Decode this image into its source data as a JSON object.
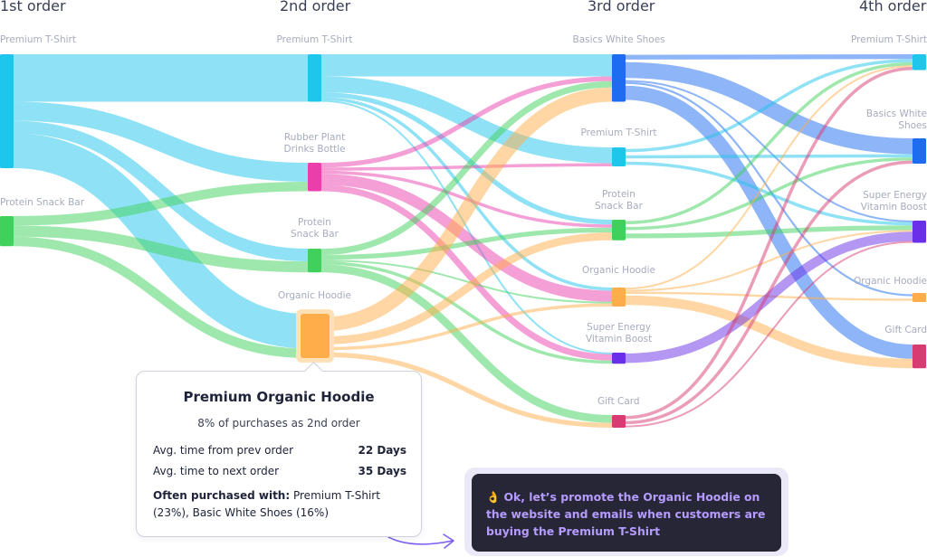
{
  "columns": [
    {
      "key": "c1",
      "title": "1st order"
    },
    {
      "key": "c2",
      "title": "2nd order"
    },
    {
      "key": "c3",
      "title": "3rd order"
    },
    {
      "key": "c4",
      "title": "4th order"
    }
  ],
  "nodes": {
    "c1": [
      {
        "id": "c1_tshirt",
        "label": "Premium T-Shirt",
        "color": "#1fc6ec"
      },
      {
        "id": "c1_snack",
        "label": "Protein Snack Bar",
        "color": "#3fd15c"
      }
    ],
    "c2": [
      {
        "id": "c2_tshirt",
        "label": "Premium T-Shirt",
        "color": "#1fc6ec"
      },
      {
        "id": "c2_bottle",
        "label": "Rubber Plant\nDrinks Bottle",
        "color": "#ea3fab"
      },
      {
        "id": "c2_snack",
        "label": "Protein\nSnack Bar",
        "color": "#3fd15c"
      },
      {
        "id": "c2_hoodie",
        "label": "Organic Hoodie",
        "color": "#ffad4a"
      }
    ],
    "c3": [
      {
        "id": "c3_shoes",
        "label": "Basics White Shoes",
        "color": "#1e6cf0"
      },
      {
        "id": "c3_tshirt",
        "label": "Premium T-Shirt",
        "color": "#1fc6ec"
      },
      {
        "id": "c3_snack",
        "label": "Protein\nSnack Bar",
        "color": "#3fd15c"
      },
      {
        "id": "c3_hoodie",
        "label": "Organic Hoodie",
        "color": "#ffad4a"
      },
      {
        "id": "c3_energy",
        "label": "Super Energy\nVitamin Boost",
        "color": "#6a2fe8"
      },
      {
        "id": "c3_gift",
        "label": "Gift Card",
        "color": "#d83a72"
      }
    ],
    "c4": [
      {
        "id": "c4_tshirt",
        "label": "Premium T-Shirt",
        "color": "#1fc6ec"
      },
      {
        "id": "c4_shoes",
        "label": "Basics White\nShoes",
        "color": "#1e6cf0"
      },
      {
        "id": "c4_energy",
        "label": "Super Energy\nVitamin Boost",
        "color": "#6a2fe8"
      },
      {
        "id": "c4_hoodie",
        "label": "Organic Hoodie",
        "color": "#ffad4a"
      },
      {
        "id": "c4_gift",
        "label": "Gift Card",
        "color": "#d83a72"
      }
    ]
  },
  "links": [
    {
      "source": "c1_tshirt",
      "target": "c2_tshirt",
      "value": 30
    },
    {
      "source": "c1_tshirt",
      "target": "c2_bottle",
      "value": 12
    },
    {
      "source": "c1_tshirt",
      "target": "c2_snack",
      "value": 8
    },
    {
      "source": "c1_tshirt",
      "target": "c2_hoodie",
      "value": 22
    },
    {
      "source": "c1_snack",
      "target": "c2_bottle",
      "value": 6
    },
    {
      "source": "c1_snack",
      "target": "c2_snack",
      "value": 7
    },
    {
      "source": "c1_snack",
      "target": "c2_hoodie",
      "value": 6
    },
    {
      "source": "c2_tshirt",
      "target": "c3_shoes",
      "value": 14
    },
    {
      "source": "c2_tshirt",
      "target": "c3_tshirt",
      "value": 10
    },
    {
      "source": "c2_tshirt",
      "target": "c3_snack",
      "value": 3
    },
    {
      "source": "c2_tshirt",
      "target": "c3_hoodie",
      "value": 2
    },
    {
      "source": "c2_tshirt",
      "target": "c3_energy",
      "value": 1
    },
    {
      "source": "c2_bottle",
      "target": "c3_shoes",
      "value": 3
    },
    {
      "source": "c2_bottle",
      "target": "c3_tshirt",
      "value": 2
    },
    {
      "source": "c2_bottle",
      "target": "c3_snack",
      "value": 2
    },
    {
      "source": "c2_bottle",
      "target": "c3_hoodie",
      "value": 7
    },
    {
      "source": "c2_bottle",
      "target": "c3_energy",
      "value": 4
    },
    {
      "source": "c2_snack",
      "target": "c3_shoes",
      "value": 4
    },
    {
      "source": "c2_snack",
      "target": "c3_snack",
      "value": 3
    },
    {
      "source": "c2_snack",
      "target": "c3_hoodie",
      "value": 1
    },
    {
      "source": "c2_snack",
      "target": "c3_energy",
      "value": 2
    },
    {
      "source": "c2_snack",
      "target": "c3_gift",
      "value": 5
    },
    {
      "source": "c2_hoodie",
      "target": "c3_shoes",
      "value": 9
    },
    {
      "source": "c2_hoodie",
      "target": "c3_snack",
      "value": 5
    },
    {
      "source": "c2_hoodie",
      "target": "c3_hoodie",
      "value": 2
    },
    {
      "source": "c2_hoodie",
      "target": "c3_gift",
      "value": 3
    },
    {
      "source": "c3_shoes",
      "target": "c4_tshirt",
      "value": 3
    },
    {
      "source": "c3_shoes",
      "target": "c4_shoes",
      "value": 10
    },
    {
      "source": "c3_shoes",
      "target": "c4_energy",
      "value": 1
    },
    {
      "source": "c3_shoes",
      "target": "c4_hoodie",
      "value": 1
    },
    {
      "source": "c3_shoes",
      "target": "c4_gift",
      "value": 9
    },
    {
      "source": "c3_tshirt",
      "target": "c4_tshirt",
      "value": 2
    },
    {
      "source": "c3_tshirt",
      "target": "c4_shoes",
      "value": 2
    },
    {
      "source": "c3_tshirt",
      "target": "c4_energy",
      "value": 2
    },
    {
      "source": "c3_snack",
      "target": "c4_tshirt",
      "value": 2
    },
    {
      "source": "c3_snack",
      "target": "c4_shoes",
      "value": 2
    },
    {
      "source": "c3_snack",
      "target": "c4_energy",
      "value": 3
    },
    {
      "source": "c3_hoodie",
      "target": "c4_tshirt",
      "value": 1
    },
    {
      "source": "c3_hoodie",
      "target": "c4_energy",
      "value": 1
    },
    {
      "source": "c3_hoodie",
      "target": "c4_hoodie",
      "value": 1
    },
    {
      "source": "c3_hoodie",
      "target": "c4_gift",
      "value": 6
    },
    {
      "source": "c3_energy",
      "target": "c4_energy",
      "value": 6
    },
    {
      "source": "c3_gift",
      "target": "c4_tshirt",
      "value": 2
    },
    {
      "source": "c3_gift",
      "target": "c4_shoes",
      "value": 2
    },
    {
      "source": "c3_gift",
      "target": "c4_energy",
      "value": 1
    }
  ],
  "selected_node": "c2_hoodie",
  "tooltip": {
    "title": "Premium Organic Hoodie",
    "subtitle": "8% of purchases as 2nd order",
    "rows": [
      {
        "label": "Avg. time from prev order",
        "value": "22 Days"
      },
      {
        "label": "Avg. time to next order",
        "value": "35 Days"
      }
    ],
    "often_label": "Often purchased with:",
    "often_value": "Premium T-Shirt (23%), Basic White Shoes (16%)"
  },
  "callout": {
    "icon": "ok-hand-icon",
    "icon_glyph": "👌",
    "text": "Ok, let’s promote the Organic Hoodie on the website and emails when customers are buying the Premium T-Shirt"
  },
  "colors": {
    "callout_bg": "#262636",
    "callout_text": "#b59cff",
    "arrow": "#7a5cf0"
  }
}
